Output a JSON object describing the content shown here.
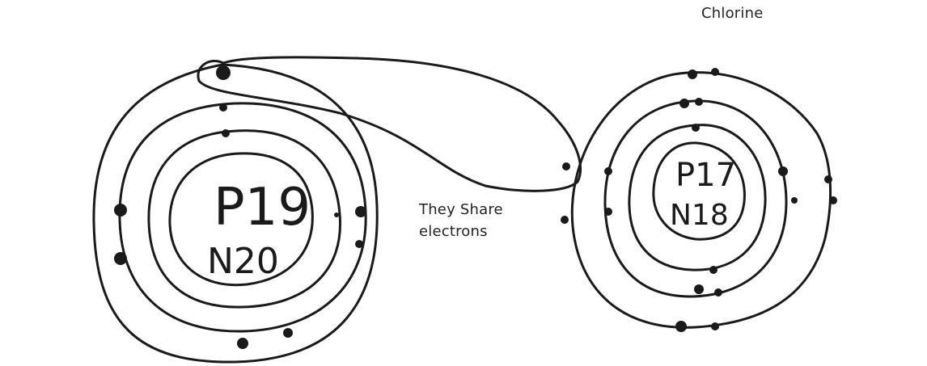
{
  "atom_left": {
    "protons": "P19",
    "neutrons": "N20"
  },
  "atom_right": {
    "protons": "P17",
    "neutrons": "N18"
  },
  "labels": {
    "element_name": "Chlorine",
    "share_line1": "They Share",
    "share_line2": "electrons"
  },
  "colors": {
    "ink": "#1a1a1a",
    "background": "#ffffff"
  }
}
